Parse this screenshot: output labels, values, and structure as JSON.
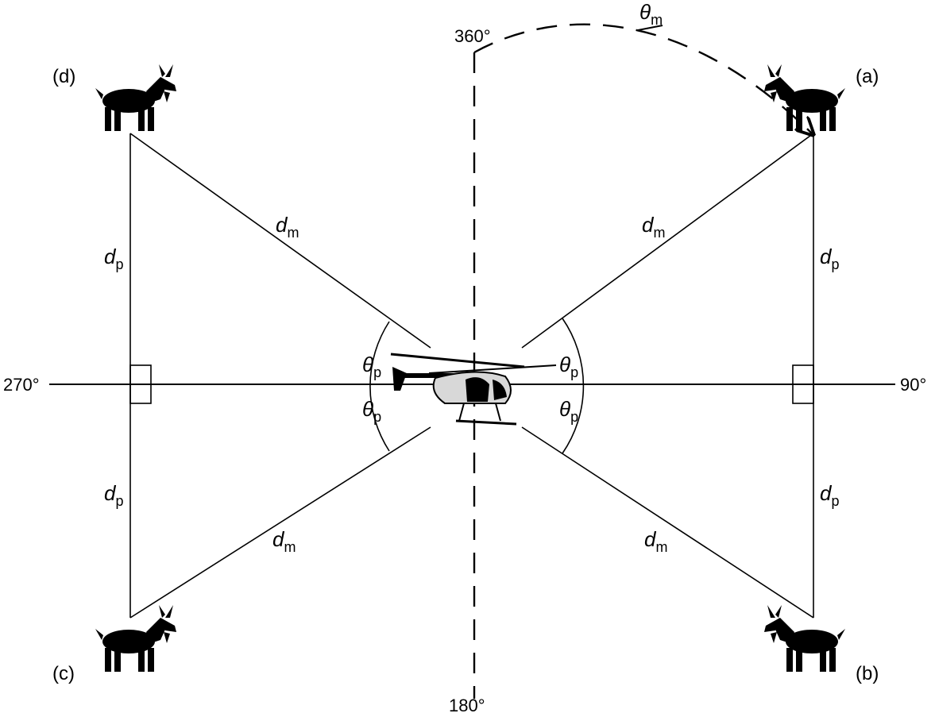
{
  "angles": {
    "north": "360°",
    "east": "90°",
    "south": "180°",
    "west": "270°"
  },
  "positions": {
    "a": "(a)",
    "b": "(b)",
    "c": "(c)",
    "d": "(d)"
  },
  "symbols": {
    "d": "d",
    "theta": "θ",
    "sub_m": "m",
    "sub_p": "p"
  },
  "icons": {
    "animal": "goat-icon",
    "aircraft": "helicopter-icon"
  }
}
